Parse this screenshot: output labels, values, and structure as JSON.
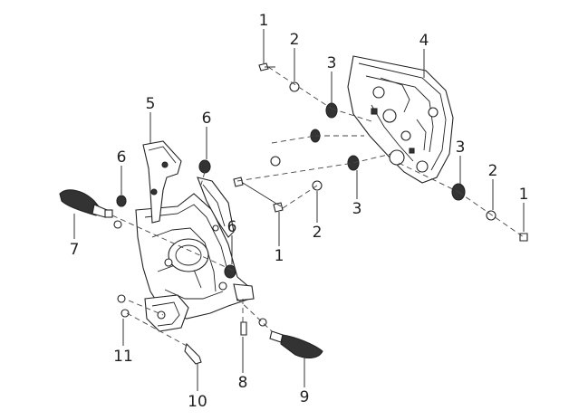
{
  "callouts": [
    {
      "id": "c1a",
      "text": "1"
    },
    {
      "id": "c2a",
      "text": "2"
    },
    {
      "id": "c3a",
      "text": "3"
    },
    {
      "id": "c4",
      "text": "4"
    },
    {
      "id": "c5",
      "text": "5"
    },
    {
      "id": "c6a",
      "text": "6"
    },
    {
      "id": "c6b",
      "text": "6"
    },
    {
      "id": "c6c",
      "text": "6"
    },
    {
      "id": "c7",
      "text": "7"
    },
    {
      "id": "c3b",
      "text": "3"
    },
    {
      "id": "c3c",
      "text": "3"
    },
    {
      "id": "c2b",
      "text": "2"
    },
    {
      "id": "c1b",
      "text": "1"
    },
    {
      "id": "c2c",
      "text": "2"
    },
    {
      "id": "c1c",
      "text": "1"
    },
    {
      "id": "c11",
      "text": "11"
    },
    {
      "id": "c10",
      "text": "10"
    },
    {
      "id": "c8",
      "text": "8"
    },
    {
      "id": "c9",
      "text": "9"
    }
  ]
}
